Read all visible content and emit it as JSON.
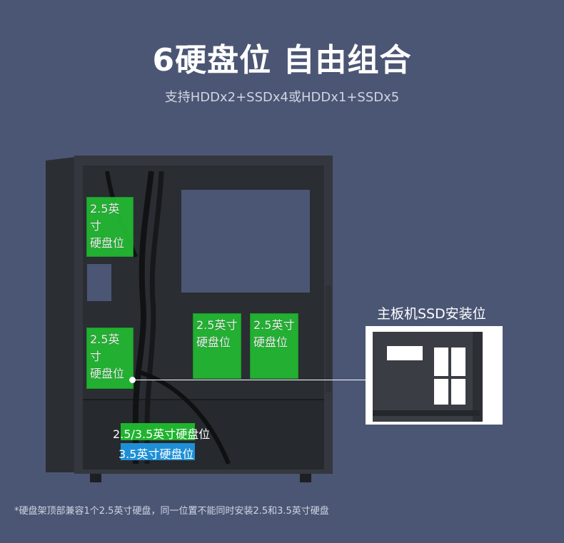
{
  "header": {
    "title": "6硬盘位 自由组合",
    "subtitle": "支持HDDx2+SSDx4或HDDx1+SSDx5"
  },
  "zones": {
    "top_left": {
      "line1": "2.5英寸",
      "line2": "硬盘位"
    },
    "mid_left": {
      "line1": "2.5英寸",
      "line2": "硬盘位"
    },
    "center_a": {
      "line1": "2.5英寸",
      "line2": "硬盘位"
    },
    "center_b": {
      "line1": "2.5英寸",
      "line2": "硬盘位"
    }
  },
  "bays": {
    "bay_upper": "2.5/3.5英寸硬盘位",
    "bay_lower": "3.5英寸硬盘位"
  },
  "callout": {
    "label": "主板机SSD安装位"
  },
  "footnote": "*硬盘架顶部兼容1个2.5英寸硬盘，同一位置不能同时安装2.5和3.5英寸硬盘",
  "colors": {
    "background": "#4b5674",
    "zone_green": "#22bb33",
    "bay_blue": "#1e8fd6"
  }
}
